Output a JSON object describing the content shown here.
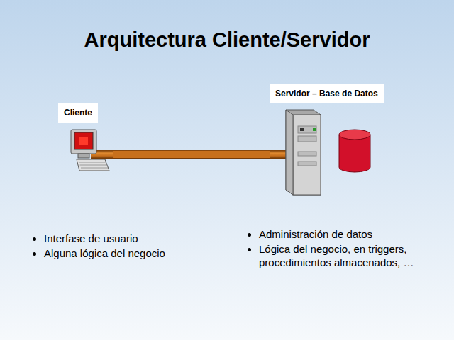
{
  "diagram": {
    "title": "Arquitectura Cliente/Servidor",
    "nodes": [
      {
        "text": [
          "Cliente"
        ]
      },
      {
        "text": [
          "Servidor – Base de Datos"
        ]
      }
    ],
    "edges": [
      {
        "from": 0,
        "to": 1,
        "arrow": "none"
      }
    ],
    "labels": [
      "Interfase de usuario",
      "Alguna lógica del negocio",
      "Administración de datos",
      "Lógica del negocio, en triggers, procedimientos almacenados, …"
    ]
  }
}
